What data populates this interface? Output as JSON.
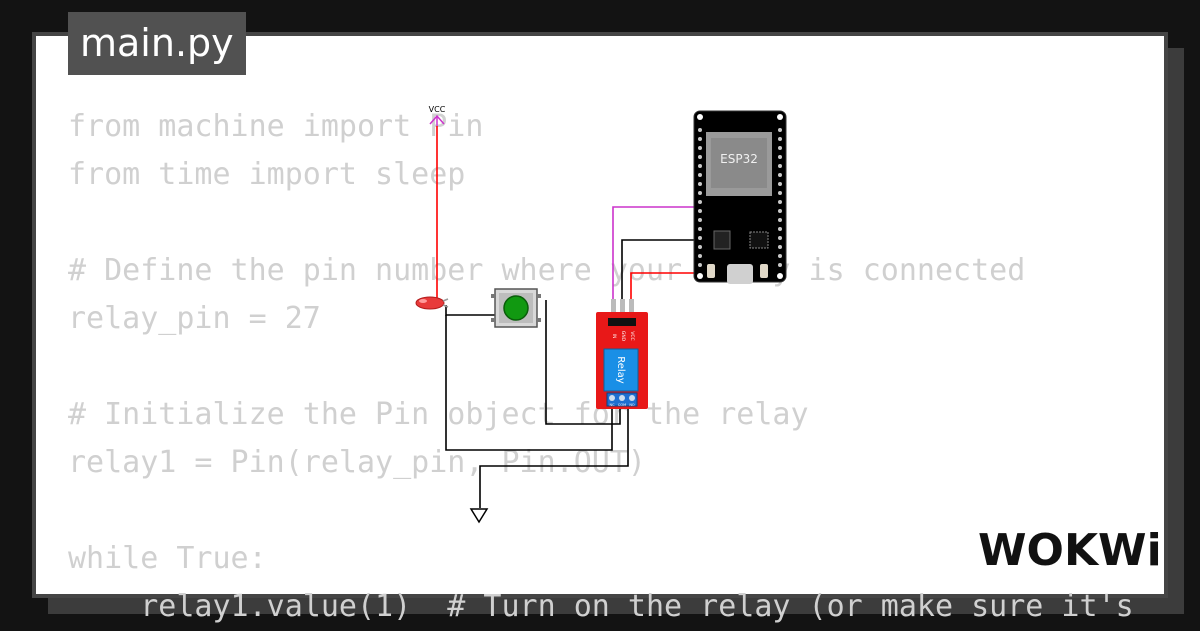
{
  "file": {
    "tab_label": "main.py"
  },
  "code": {
    "lines": [
      "from machine import Pin",
      "from time import sleep",
      "",
      "# Define the pin number where your relay is connected",
      "relay_pin = 27",
      "",
      "# Initialize the Pin object for the relay",
      "relay1 = Pin(relay_pin, Pin.OUT)",
      "",
      "while True:",
      "    relay1.value(1)  # Turn on the relay (or make sure it's"
    ]
  },
  "circuit": {
    "vcc_label": "VCC",
    "esp32_label": "ESP32",
    "relay_label": "Relay",
    "relay_input_pins": [
      "IN",
      "GND",
      "VCC"
    ],
    "relay_output_pins": [
      "NC",
      "COM",
      "NO"
    ],
    "components": [
      "vcc-source",
      "red-led",
      "push-button",
      "relay-module",
      "esp32-board",
      "ground"
    ],
    "colors": {
      "vcc_wire": "#ff0000",
      "signal_wire": "#cc33cc",
      "gnd_wire": "#000000",
      "relay_board": "#e81818",
      "button_cap": "#119911"
    }
  },
  "brand": {
    "logo_text": "WOKWi"
  }
}
